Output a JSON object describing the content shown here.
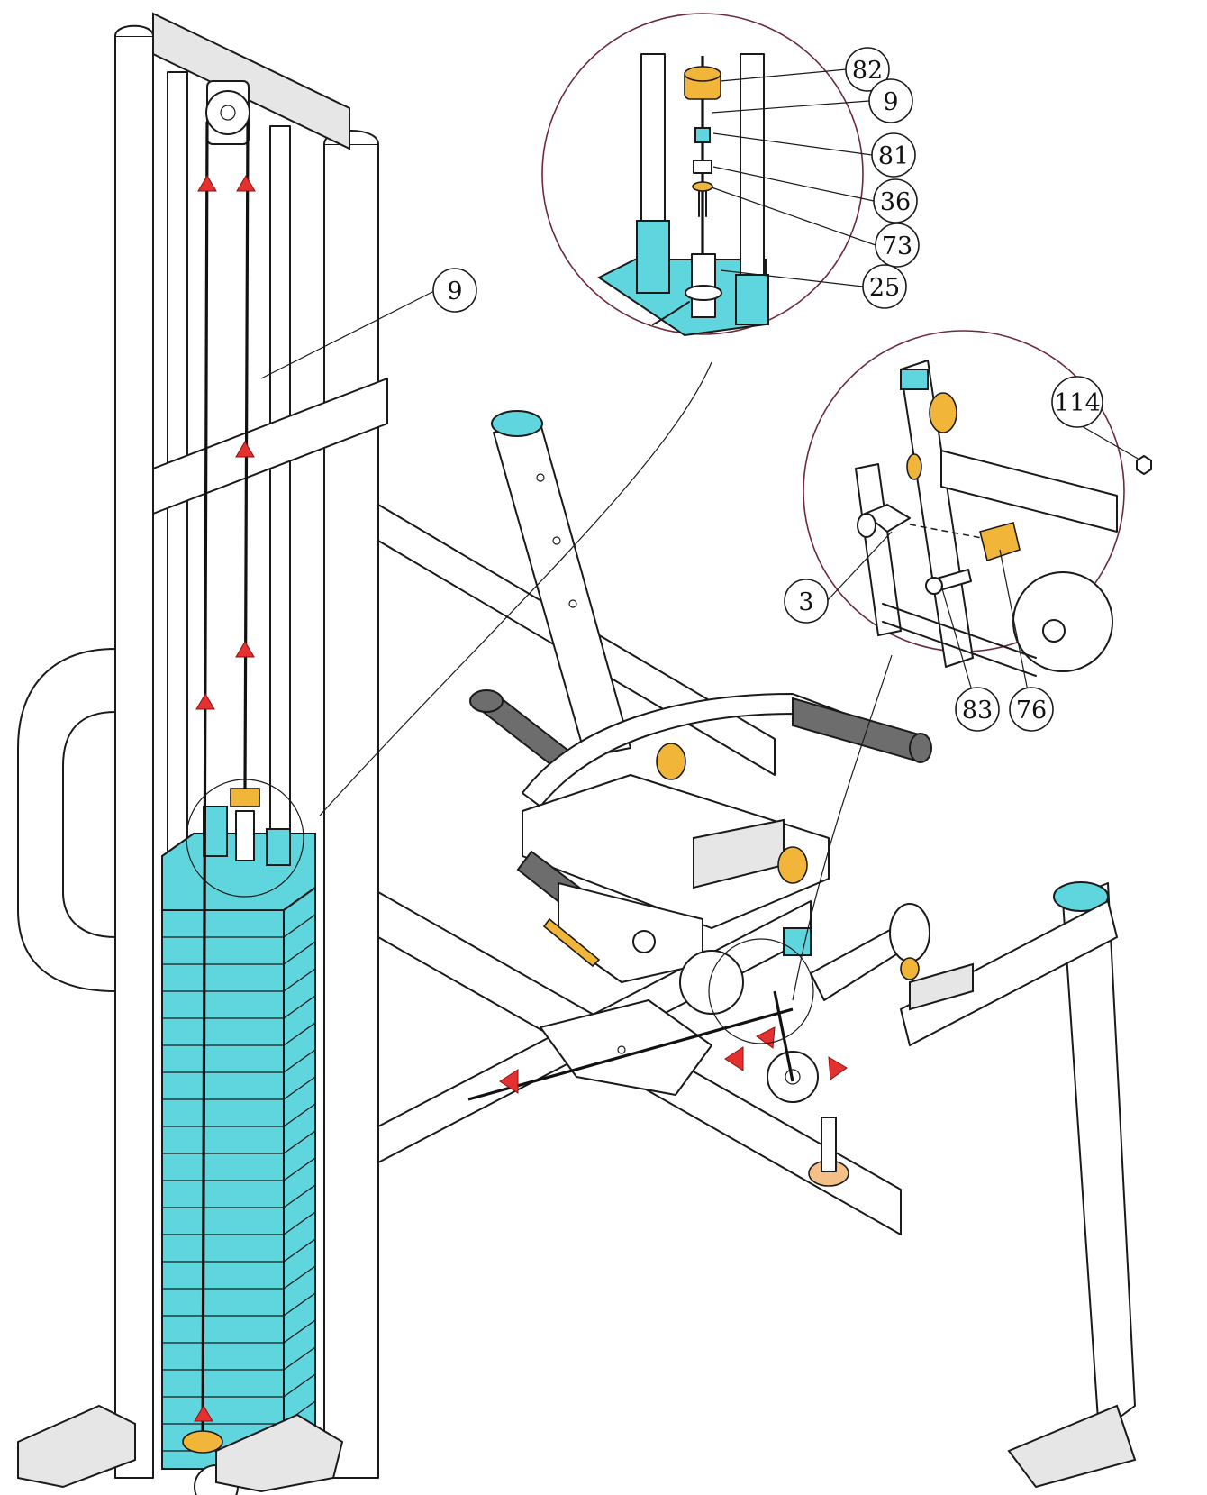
{
  "figure": {
    "callouts": [
      {
        "id": "c9-main",
        "label": "9"
      },
      {
        "id": "c82",
        "label": "82"
      },
      {
        "id": "c9-detail",
        "label": "9"
      },
      {
        "id": "c81",
        "label": "81"
      },
      {
        "id": "c36",
        "label": "36"
      },
      {
        "id": "c73",
        "label": "73"
      },
      {
        "id": "c25",
        "label": "25"
      },
      {
        "id": "c114",
        "label": "114"
      },
      {
        "id": "c3",
        "label": "3"
      },
      {
        "id": "c83",
        "label": "83"
      },
      {
        "id": "c76",
        "label": "76"
      }
    ],
    "colors": {
      "weight_stack": "#5fd6dd",
      "bushing": "#f1b53a",
      "cable_arrow": "#e53030",
      "grip": "#6d6d6d",
      "detail_ring": "#6b2b3a"
    }
  }
}
